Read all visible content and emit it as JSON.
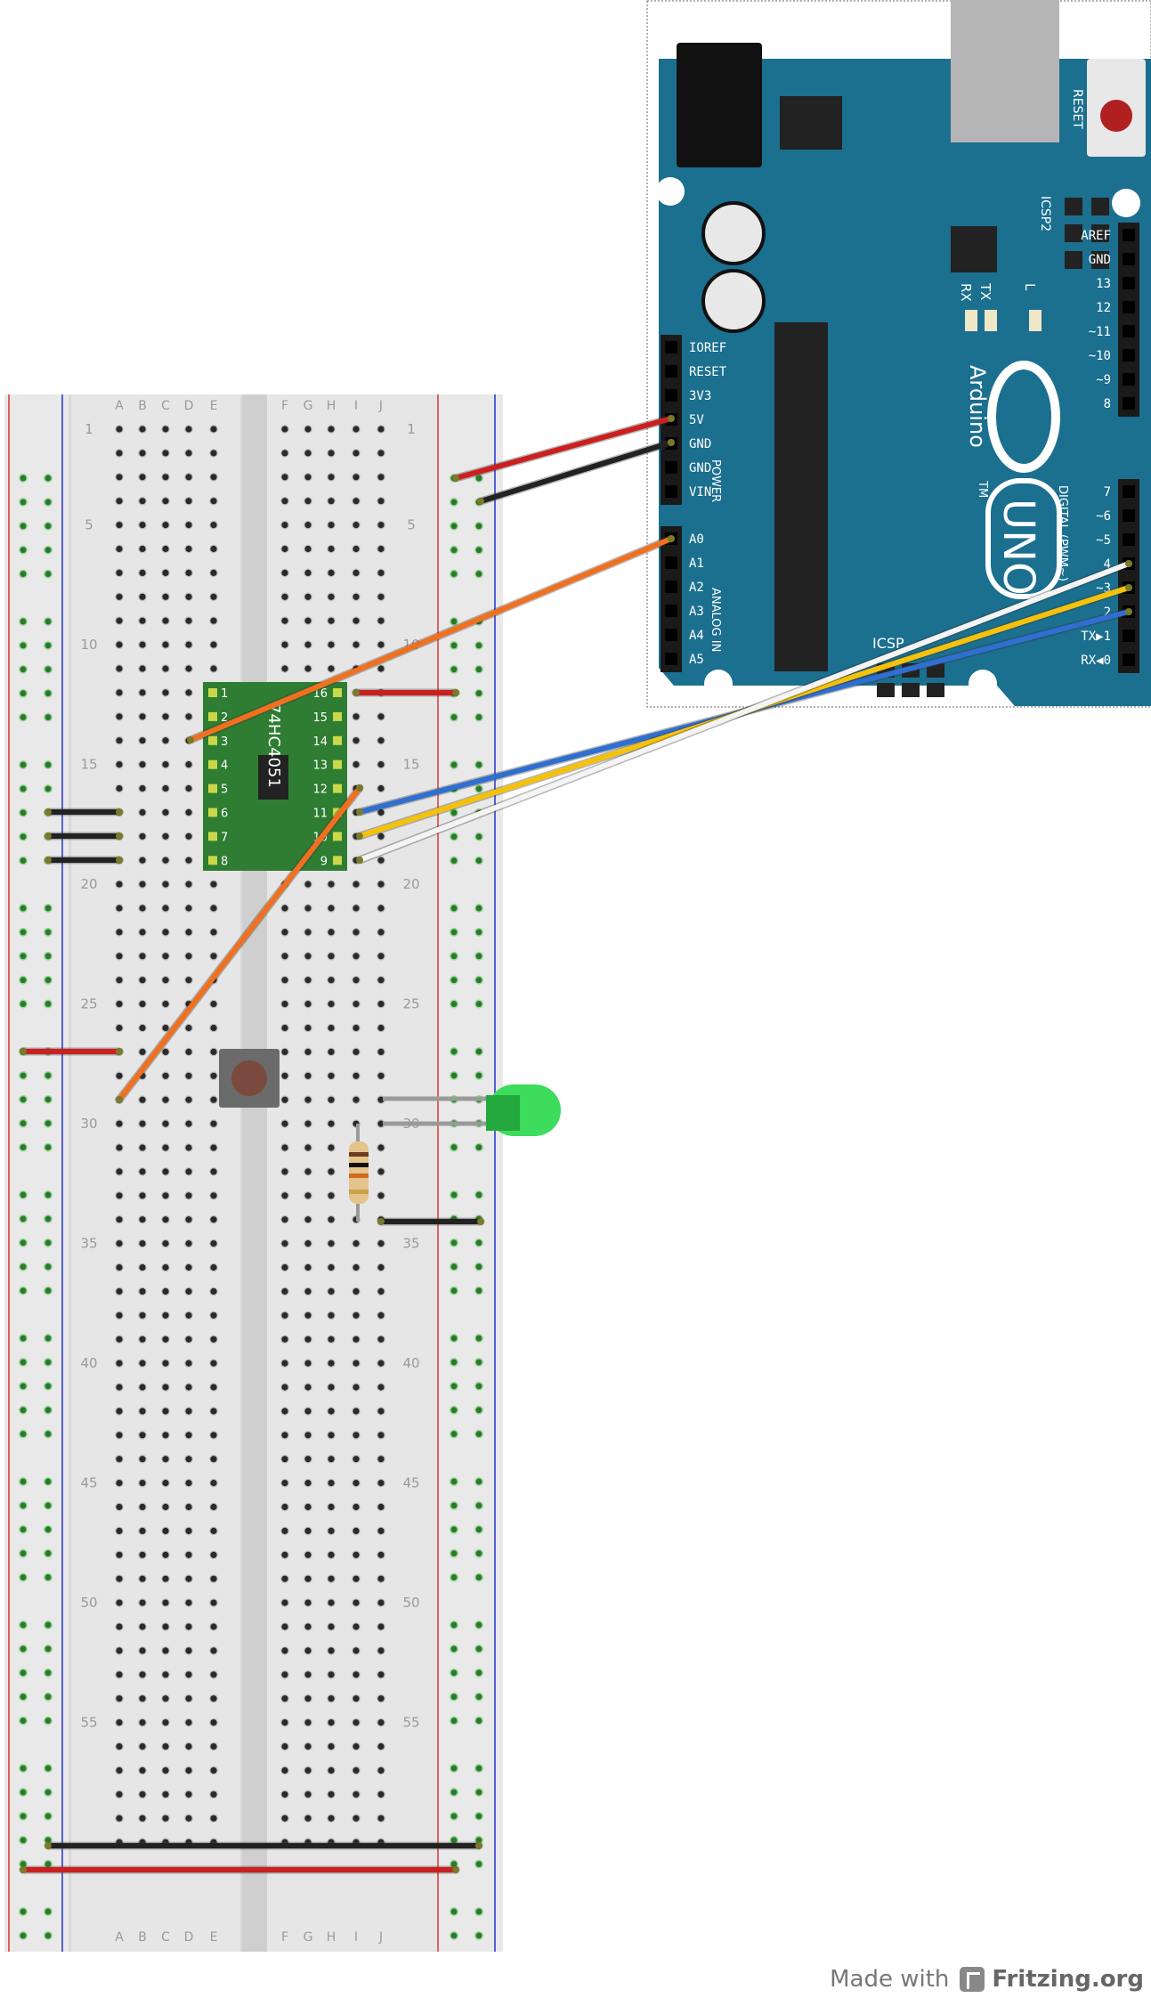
{
  "breadboard": {
    "column_letters_left": [
      "A",
      "B",
      "C",
      "D",
      "E"
    ],
    "column_letters_right": [
      "F",
      "G",
      "H",
      "I",
      "J"
    ],
    "row_numbers": [
      "1",
      "5",
      "10",
      "15",
      "20",
      "25",
      "30",
      "35",
      "40",
      "45",
      "50",
      "55"
    ],
    "rows": 60
  },
  "chip": {
    "label": "74HC4051",
    "left_pins": [
      "1",
      "2",
      "3",
      "4",
      "5",
      "6",
      "7",
      "8"
    ],
    "right_pins": [
      "16",
      "15",
      "14",
      "13",
      "12",
      "11",
      "10",
      "9"
    ],
    "color": "#2e7d32"
  },
  "arduino": {
    "board_text": "Arduino",
    "model_text": "UNO",
    "tm": "TM",
    "reset_label": "RESET",
    "icsp2_label": "ICSP2",
    "icsp_label": "ICSP",
    "led_labels": [
      "TX",
      "RX",
      "L"
    ],
    "power_header_title": "POWER",
    "power_pins": [
      "IOREF",
      "RESET",
      "3V3",
      "5V",
      "GND",
      "GND",
      "VIN"
    ],
    "analog_header_title": "ANALOG IN",
    "analog_pins": [
      "A0",
      "A1",
      "A2",
      "A3",
      "A4",
      "A5"
    ],
    "digital_header_title": "DIGITAL (PWM~)",
    "digital_top_pins": [
      "AREF",
      "GND",
      "13",
      "12",
      "~11",
      "~10",
      "~9",
      "8"
    ],
    "digital_bottom_pins": [
      "7",
      "~6",
      "~5",
      "4",
      "~3",
      "2",
      "TX▶1",
      "RX◀0"
    ],
    "board_color": "#1b6f8f"
  },
  "wire_colors": {
    "red": "#cc1f1f",
    "black": "#222222",
    "orange": "#f07020",
    "blue": "#2f6fd0",
    "yellow": "#f4c20d",
    "white": "#f4f4f4"
  },
  "components": {
    "led_color": "#3ddc5c",
    "button_cap": "#7a4a3e",
    "resistor_body": "#e4c48c"
  },
  "footer": {
    "made_with": "Made with",
    "brand": "Fritzing.org"
  }
}
